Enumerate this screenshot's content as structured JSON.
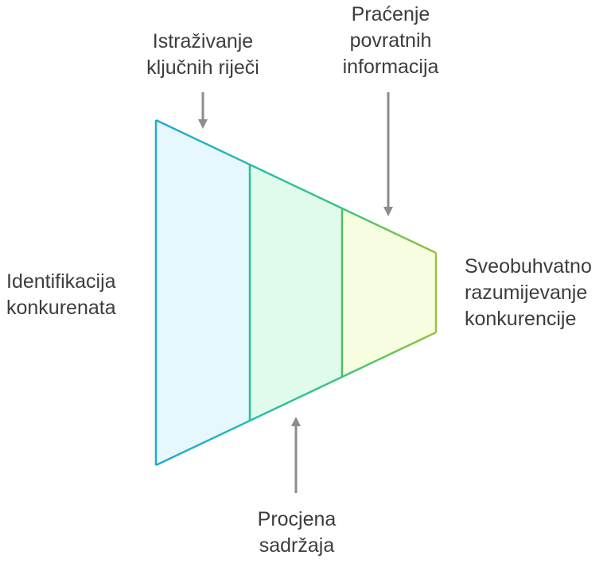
{
  "labels": {
    "top_left": [
      "Istraživanje",
      "ključnih riječi"
    ],
    "top_right": [
      "Praćenje",
      "povratnih",
      "informacija"
    ],
    "left": [
      "Identifikacija",
      "konkurenata"
    ],
    "right": [
      "Sveobuhvatno",
      "razumijevanje",
      "konkurencije"
    ],
    "bottom": [
      "Procjena",
      "sadržaja"
    ]
  },
  "colors": {
    "segment1_fill": "#e6f7fd",
    "segment2_fill": "#e0fbec",
    "segment3_fill": "#f7fde1",
    "stroke_blue": "#22a8d6",
    "stroke_green": "#3cc47c",
    "stroke_lime": "#98c23a",
    "arrow": "#8c8c8c",
    "text": "#3d3d3d"
  }
}
